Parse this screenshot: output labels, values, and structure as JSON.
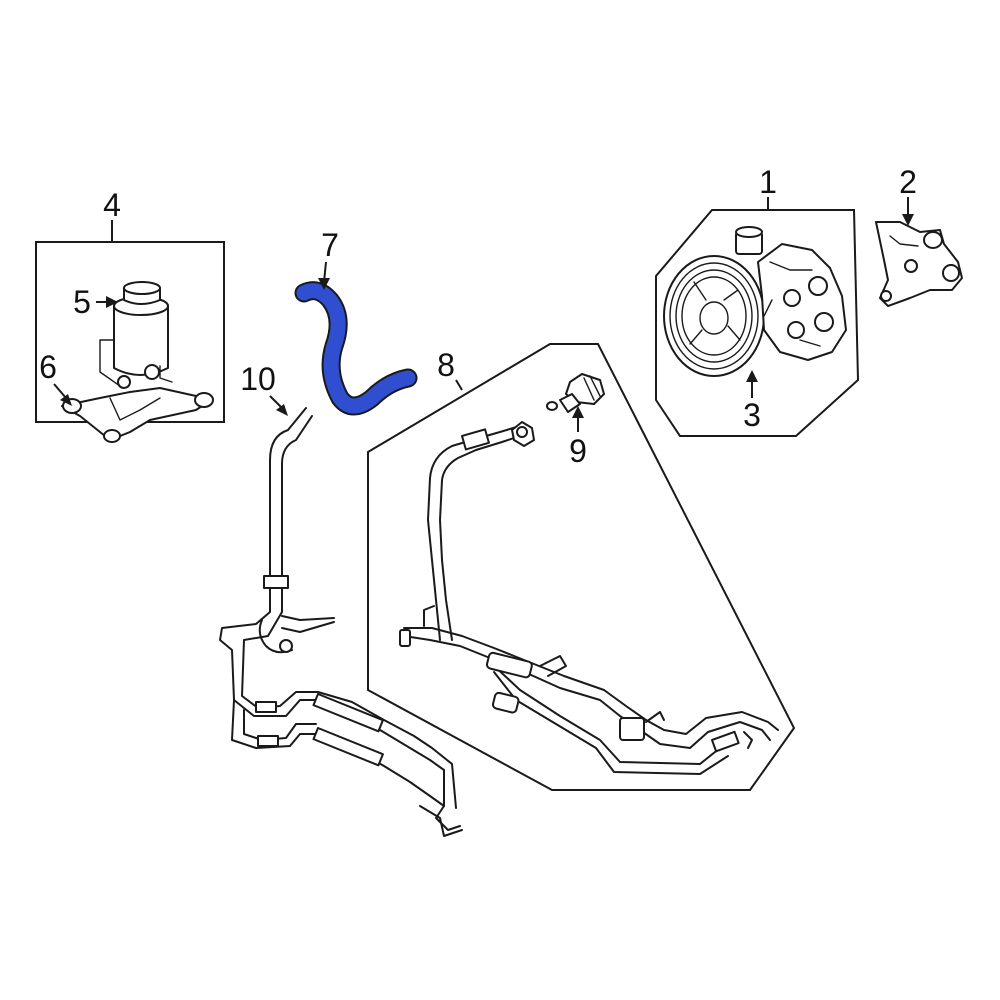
{
  "highlight_color": "#2f4fd0",
  "callouts": {
    "c1": "1",
    "c2": "2",
    "c3": "3",
    "c4": "4",
    "c5": "5",
    "c6": "6",
    "c7": "7",
    "c8": "8",
    "c9": "9",
    "c10": "10"
  },
  "parts": [
    {
      "callout": "1",
      "name": "power-steering-pump-assembly-group"
    },
    {
      "callout": "2",
      "name": "pump-bracket"
    },
    {
      "callout": "3",
      "name": "power-steering-pump"
    },
    {
      "callout": "4",
      "name": "reservoir-assembly-group"
    },
    {
      "callout": "5",
      "name": "reservoir-cap"
    },
    {
      "callout": "6",
      "name": "reservoir-bracket-bushing"
    },
    {
      "callout": "7",
      "name": "return-hose",
      "highlighted": true
    },
    {
      "callout": "8",
      "name": "pressure-line-group"
    },
    {
      "callout": "9",
      "name": "union-fitting"
    },
    {
      "callout": "10",
      "name": "cooler-line"
    }
  ]
}
